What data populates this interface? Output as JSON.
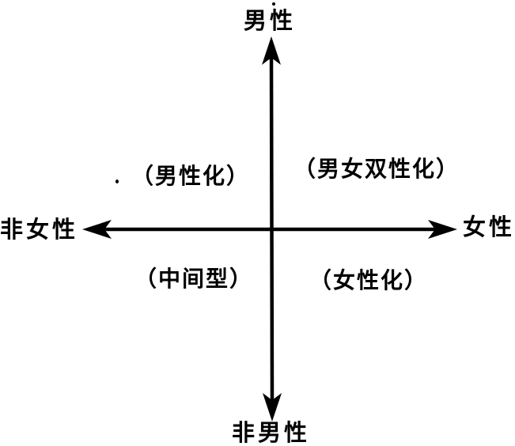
{
  "diagram": {
    "title_semantic": "gender-androgyny-quadrant-diagram",
    "axis_labels": {
      "top": "男性",
      "bottom": "非男性",
      "left": "非女性",
      "right": "女性"
    },
    "quadrant_labels": {
      "top_left": "（男性化）",
      "top_right": "（男女双性化）",
      "bottom_left": "（中间型）",
      "bottom_right": "（女性化）"
    },
    "colors": {
      "ink": "#000000",
      "background": "#ffffff"
    }
  }
}
